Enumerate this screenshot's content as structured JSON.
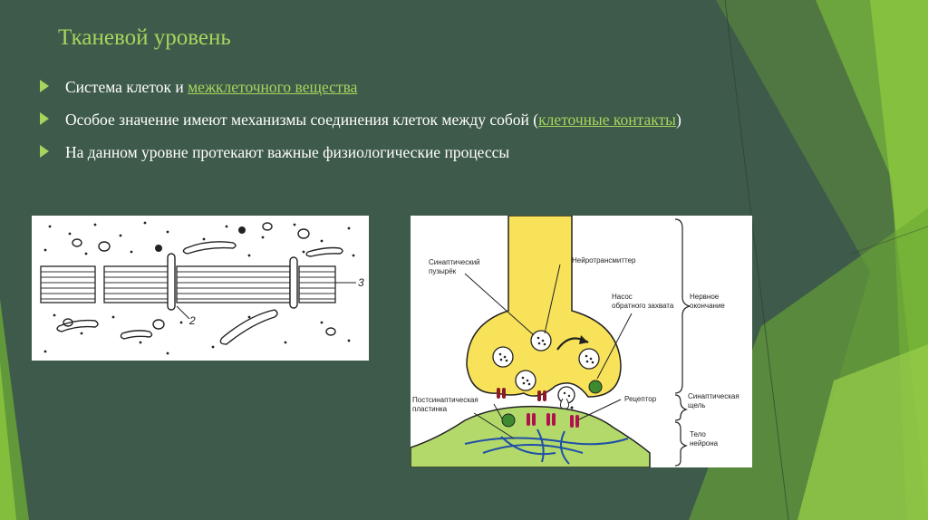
{
  "slide": {
    "title": "Тканевой уровень",
    "bullets": [
      {
        "text": "Система клеток и ",
        "link": "межклеточного вещества",
        "tail": ""
      },
      {
        "text": "Особое значение имеют механизмы соединения клеток между собой (",
        "link": "клеточные контакты",
        "tail": ")"
      },
      {
        "text": "На данном уровне протекают важные физиологические процессы",
        "link": "",
        "tail": ""
      }
    ]
  },
  "figure_left": {
    "labels": {
      "n2": "2",
      "n3": "3"
    }
  },
  "figure_right": {
    "labels": {
      "vesicle": "Синаптический пузырёк",
      "neurotransmitter": "Нейротрансмиттер",
      "reuptake_pump": "Насос обратного захвата",
      "postsynaptic_plate": "Постсинаптическая пластинка",
      "receptor": "Рецептор"
    },
    "brace_labels": {
      "nerve_ending": "Нервное окончание",
      "synaptic_cleft": "Синаптическая щель",
      "neuron_body": "Тело нейрона"
    }
  },
  "colors": {
    "background": "#3e5a4a",
    "accent_green": "#a4d65e",
    "terminal_yellow": "#f7e25a",
    "neuron_green": "#b3d96a",
    "receptor_red": "#8b1a2a",
    "pump_green": "#3d8a2f",
    "fiber_blue": "#1f4fa8"
  },
  "icons": [
    "bullet-arrow-icon"
  ]
}
